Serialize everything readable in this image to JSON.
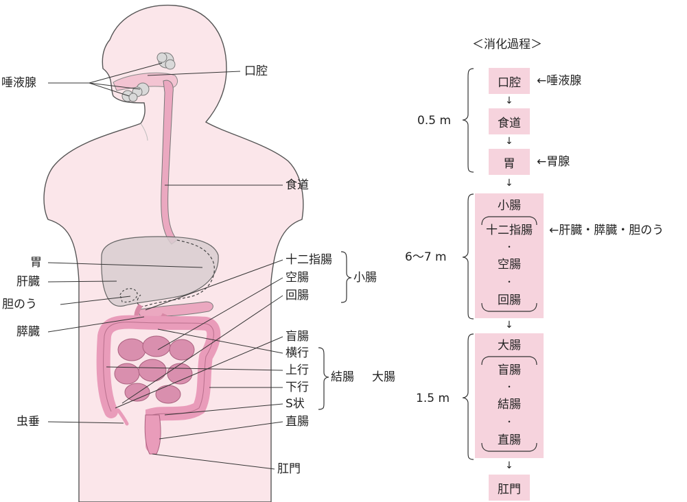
{
  "figure": {
    "organ_labels": {
      "salivary_gland": "唾液腺",
      "oral_cavity": "口腔",
      "esophagus": "食道",
      "stomach": "胃",
      "liver": "肝臓",
      "gallbladder": "胆のう",
      "pancreas": "膵臓",
      "appendix": "虫垂",
      "duodenum": "十二指腸",
      "jejunum": "空腸",
      "ileum": "回腸",
      "small_intestine": "小腸",
      "cecum": "盲腸",
      "transverse": "横行",
      "ascending": "上行",
      "descending": "下行",
      "sigmoid": "S状",
      "colon": "結腸",
      "rectum": "直腸",
      "large_intestine": "大腸",
      "anus": "肛門"
    }
  },
  "flow": {
    "title": "＜消化過程＞",
    "lengths": [
      "0.5 m",
      "6〜7 m",
      "1.5 m"
    ],
    "oral": "口腔",
    "saliva": "←唾液腺",
    "esophagus": "食道",
    "stomach": "胃",
    "gastric": "←胃腺",
    "small_title": "小腸",
    "small_parts": [
      "十二指腸",
      "空腸",
      "回腸"
    ],
    "small_note": "←肝臓・膵臓・胆のう",
    "large_title": "大腸",
    "large_parts": [
      "盲腸",
      "結腸",
      "直腸"
    ],
    "anus": "肛門",
    "dot": "・",
    "arrow": "↓"
  },
  "colors": {
    "skin": "#fbe6ea",
    "organ_pink": "#eba8c0",
    "colon_pink": "#e99cba",
    "liver_grey": "#d8ccd0",
    "box_pink": "#f6d3dd",
    "line": "#333333"
  }
}
